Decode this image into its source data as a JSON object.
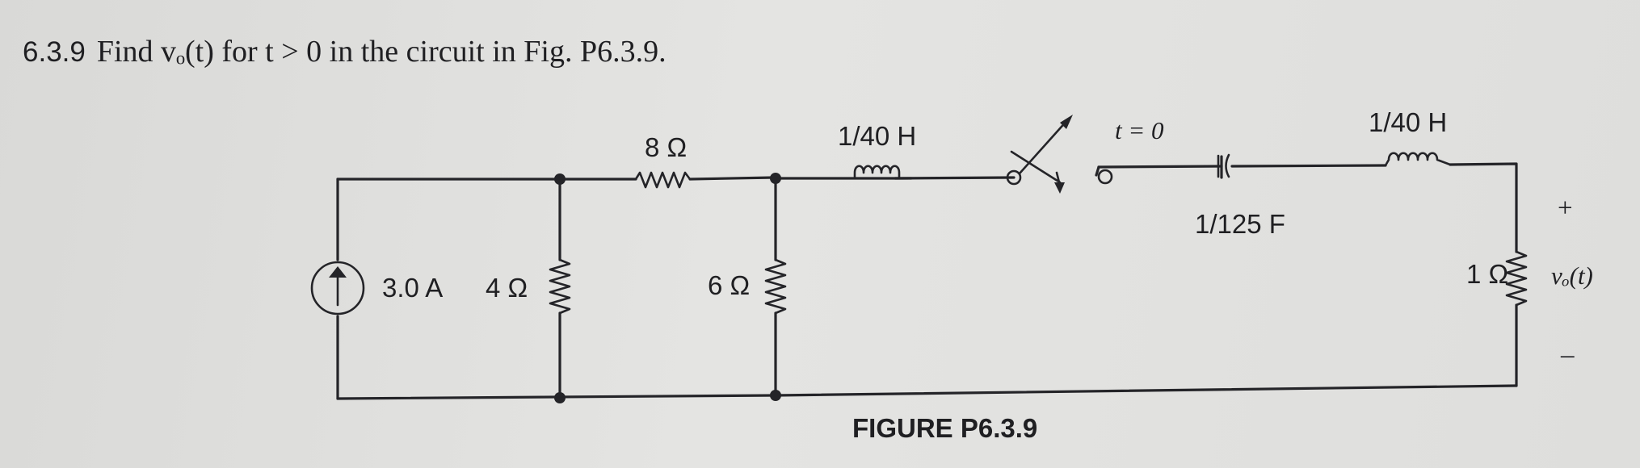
{
  "problem": {
    "number": "6.3.9",
    "text": "Find vₒ(t) for t > 0 in the circuit in Fig. P6.3.9."
  },
  "labels": {
    "source": "3.0 A",
    "r4": "4 Ω",
    "r8": "8 Ω",
    "r6": "6 Ω",
    "l1": "1/40 H",
    "switch_time": "t = 0",
    "cap": "1/125 F",
    "l2": "1/40 H",
    "r1": "1 Ω",
    "plus": "+",
    "minus": "–",
    "vo": "vₒ(t)"
  },
  "caption": "FIGURE P6.3.9"
}
